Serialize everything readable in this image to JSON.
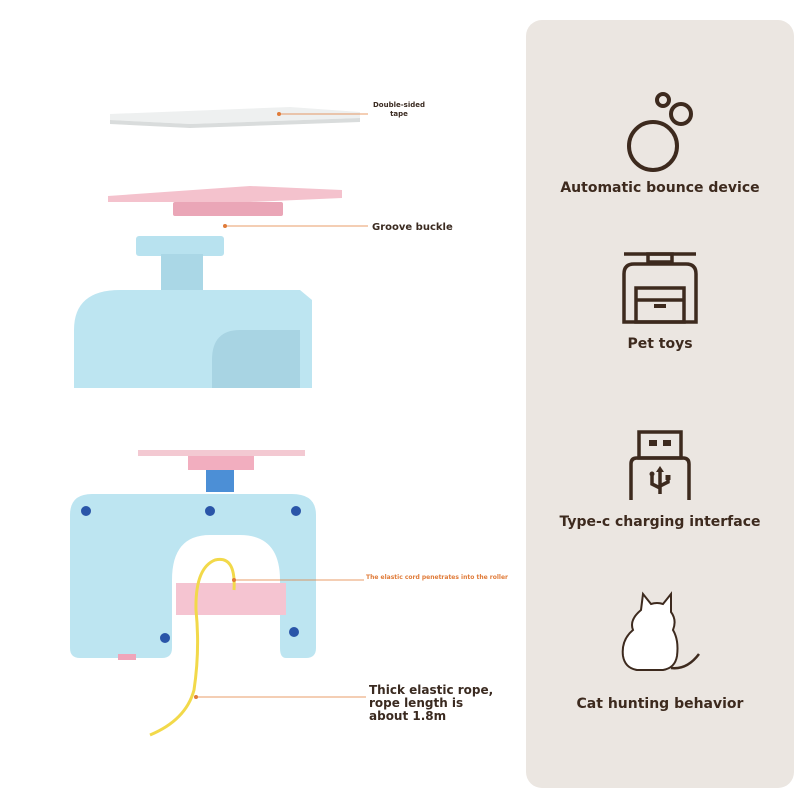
{
  "callouts": {
    "tape": "Double-sided tape",
    "groove": "Groove buckle",
    "elastic": "The elastic cord penetrates into the roller",
    "rope": "Thick elastic rope, rope length is about 1.8m"
  },
  "features": [
    {
      "icon": "bubbles-icon",
      "label": "Automatic bounce device"
    },
    {
      "icon": "pet-toy-box-icon",
      "label": "Pet toys"
    },
    {
      "icon": "usb-icon",
      "label": "Type-c charging interface"
    },
    {
      "icon": "cat-icon",
      "label": "Cat hunting behavior"
    }
  ],
  "colors": {
    "panel_bg": "#ebe6e1",
    "icon_brown": "#3d2a1e",
    "toy_blue": "#b8e2ef",
    "toy_pink": "#f4bfcc",
    "rope_yellow": "#f2d94a",
    "callout_orange": "#e07b39"
  }
}
